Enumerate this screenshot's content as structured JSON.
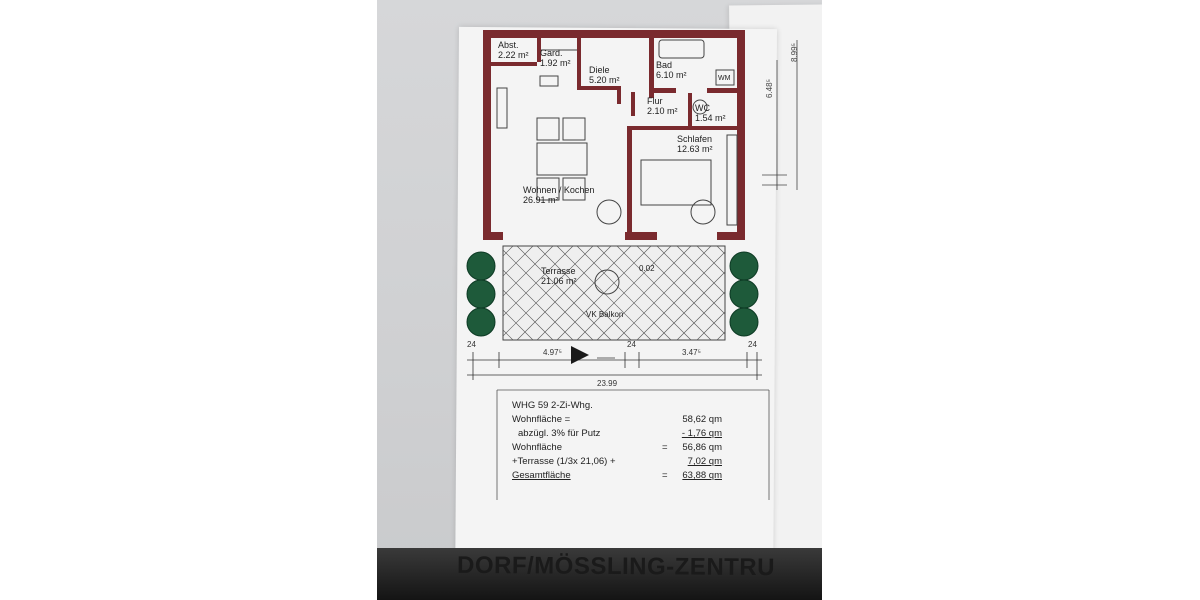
{
  "rooms": {
    "abst": {
      "name": "Abst.",
      "area": "2.22 m²"
    },
    "gard": {
      "name": "Gard.",
      "area": "1.92 m²"
    },
    "diele": {
      "name": "Diele",
      "area": "5.20 m²"
    },
    "bad": {
      "name": "Bad",
      "area": "6.10 m²"
    },
    "wm": "WM",
    "flur": {
      "name": "Flur",
      "area": "2.10 m²"
    },
    "wc": {
      "name": "WC",
      "area": "1.54 m²"
    },
    "schlafen": {
      "name": "Schlafen",
      "area": "12.63 m²"
    },
    "wohnen": {
      "name": "Wohnen / Kochen",
      "area": "26.91 m²"
    },
    "terrasse": {
      "name": "Terrasse",
      "area": "21.06 m²"
    },
    "terrasse_level": "0.02",
    "vk": "VK Balkon"
  },
  "dimensions": {
    "d1": "24",
    "d2": "4.97⁵",
    "d3": "24",
    "d4": "3.47⁵",
    "d5": "24",
    "total": "23.99",
    "side1": "6.48⁵",
    "side2": "8.99⁵"
  },
  "calc": {
    "title": "WHG 59   2-Zi-Whg.",
    "rows": [
      {
        "label": "Wohnfläche =",
        "op": "",
        "value": "58,62 qm"
      },
      {
        "label": "abzügl. 3% für Putz",
        "op": "",
        "value": "- 1,76 qm"
      },
      {
        "label": "Wohnfläche",
        "op": "=",
        "value": "56,86 qm"
      },
      {
        "label": "+Terrasse (1/3x 21,06) +",
        "op": "",
        "value": "7,02 qm"
      },
      {
        "label": "Gesamtfläche",
        "op": "=",
        "value": "63,88 qm"
      }
    ]
  },
  "banner": "DORF/MÖSSLING-ZENTRU",
  "colors": {
    "wall": "#7a2a2e",
    "tree": "#1e5a3a",
    "paper": "#f4f4f4",
    "background": "#d3d4d6"
  }
}
